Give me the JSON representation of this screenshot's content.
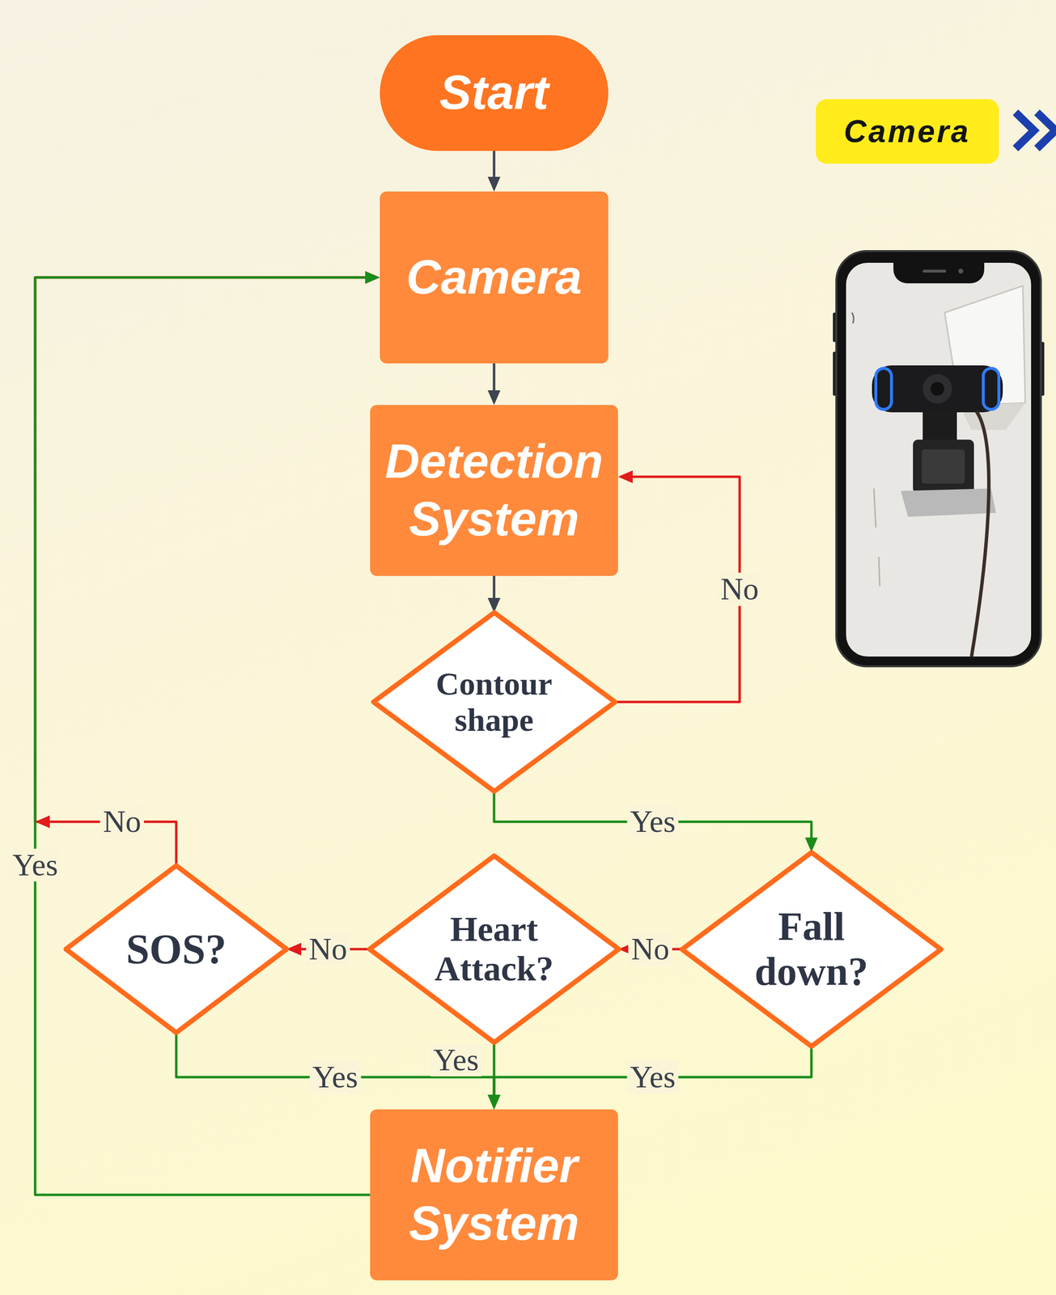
{
  "diagram": {
    "nodes": [
      {
        "text": [
          "Start"
        ]
      },
      {
        "text": [
          "Camera"
        ]
      },
      {
        "text": [
          "Detection System"
        ]
      },
      {
        "text": [
          "Contour shape"
        ]
      },
      {
        "text": [
          "Fall down?"
        ]
      },
      {
        "text": [
          "Heart Attack?"
        ]
      },
      {
        "text": [
          "SOS?"
        ]
      },
      {
        "text": [
          "Notifier System"
        ]
      },
      {
        "text": [
          "Camera"
        ]
      }
    ],
    "edges": [
      {
        "from": 0,
        "to": 1,
        "arrow": "to"
      },
      {
        "from": 1,
        "to": 2,
        "arrow": "to"
      },
      {
        "from": 2,
        "to": 3,
        "arrow": "to"
      },
      {
        "from": 3,
        "to": 2,
        "label": "No",
        "arrow": "to"
      },
      {
        "from": 3,
        "to": 4,
        "label": "Yes",
        "arrow": "to"
      },
      {
        "from": 4,
        "to": 5,
        "label": "No",
        "arrow": "to"
      },
      {
        "from": 5,
        "to": 6,
        "label": "No",
        "arrow": "to"
      },
      {
        "from": 6,
        "to": 1,
        "label": "No",
        "arrow": "to"
      },
      {
        "from": 4,
        "to": 7,
        "label": "Yes",
        "arrow": "to"
      },
      {
        "from": 5,
        "to": 7,
        "label": "Yes",
        "arrow": "to"
      },
      {
        "from": 6,
        "to": 7,
        "label": "Yes",
        "arrow": "to"
      },
      {
        "from": 7,
        "to": 1,
        "label": "Yes",
        "arrow": "to"
      }
    ]
  }
}
